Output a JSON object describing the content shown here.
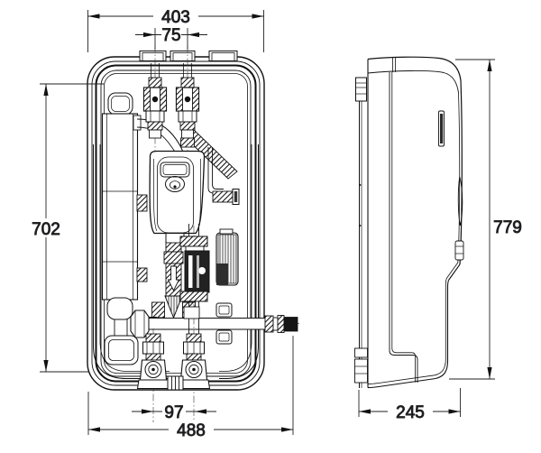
{
  "drawing": {
    "type": "technical-dimension-drawing",
    "views": {
      "front": "front-view",
      "side": "side-view"
    },
    "line_color": "#111111",
    "background": "#ffffff",
    "dimensions": {
      "overall_width": "403",
      "top_ports_spacing": "75",
      "cabinet_height": "702",
      "bottom_ports_spacing": "97",
      "total_width_with_side_port": "488",
      "overall_height": "779",
      "depth": "245"
    }
  }
}
